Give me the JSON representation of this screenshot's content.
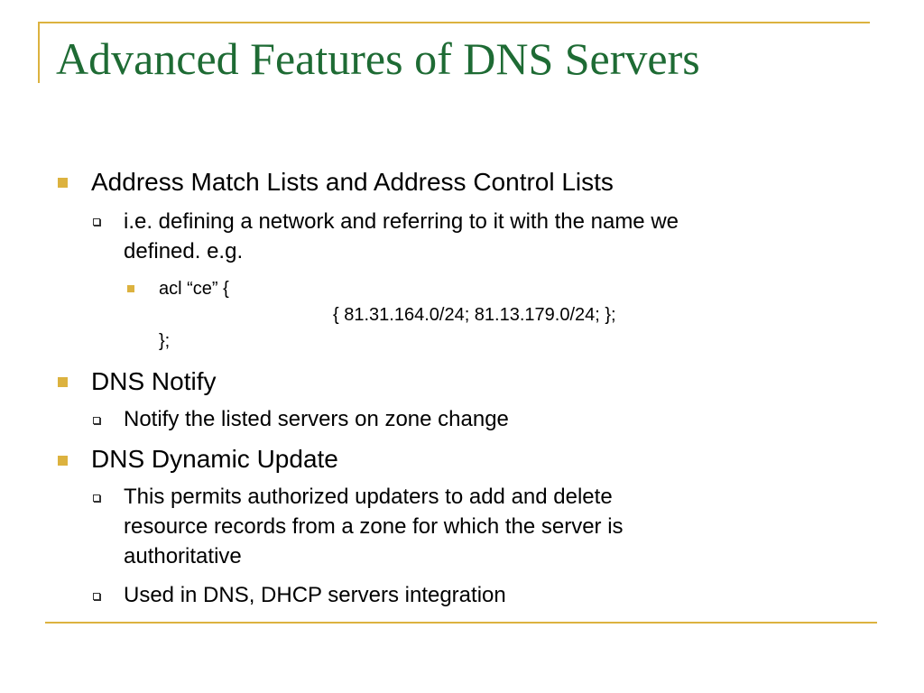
{
  "slide": {
    "title": "Advanced Features of DNS Servers",
    "accent_color": "#dcb23f",
    "title_color": "#1e6b34",
    "bullets": [
      {
        "text": "Address Match Lists and Address Control Lists",
        "icon": "gold-square-bullet",
        "children": [
          {
            "lines": [
              "i.e. defining a network and referring to it with the name we",
              "defined. e.g."
            ],
            "icon": "hollow-square-bullet",
            "children": [
              {
                "icon": "gold-square-bullet",
                "lines": [
                  "acl “ce” {",
                  "{ 81.31.164.0/24; 81.13.179.0/24; };",
                  "};"
                ]
              }
            ]
          }
        ]
      },
      {
        "text": "DNS Notify",
        "icon": "gold-square-bullet",
        "children": [
          {
            "lines": [
              "Notify the listed servers on zone change"
            ],
            "icon": "hollow-square-bullet"
          }
        ]
      },
      {
        "text": "DNS Dynamic Update",
        "icon": "gold-square-bullet",
        "children": [
          {
            "lines": [
              "This permits authorized updaters to add and delete",
              "resource records from a zone for which the server is",
              "authoritative"
            ],
            "icon": "hollow-square-bullet"
          },
          {
            "lines": [
              "Used in DNS, DHCP servers integration"
            ],
            "icon": "hollow-square-bullet"
          }
        ]
      }
    ]
  }
}
